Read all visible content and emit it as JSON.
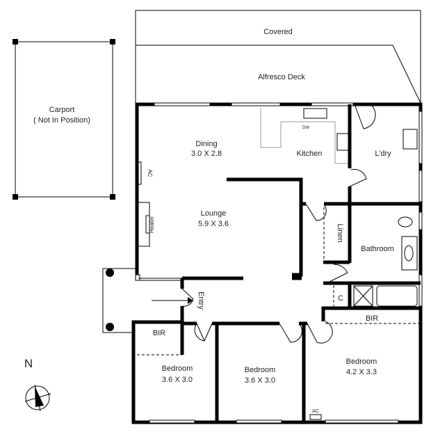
{
  "plan": {
    "carport": {
      "name": "Carport",
      "note": "( Not In Position)"
    },
    "covered": "Covered",
    "alfresco": "Alfresco Deck",
    "dining": {
      "name": "Dining",
      "size": "3.0 X 2.8"
    },
    "kitchen": "Kitchen",
    "dw": "DW",
    "laundry": "L’dry",
    "lounge": {
      "name": "Lounge",
      "size": "5.9 X 3.6"
    },
    "ac_left": "AC",
    "heater": "Heater",
    "linen": "Linen",
    "bathroom": "Bathroom",
    "cupboard": "C",
    "entry": "Entry",
    "bir_right": "BIR",
    "bir_left": "BIR",
    "bedroom1": {
      "name": "Bedroom",
      "size": "3.6 X 3.0"
    },
    "bedroom2": {
      "name": "Bedroom",
      "size": "3.6 X 3.0"
    },
    "bedroom3": {
      "name": "Bedroom",
      "size": "4.2 X 3.3"
    },
    "ac_bed": "AC",
    "north": "N"
  }
}
